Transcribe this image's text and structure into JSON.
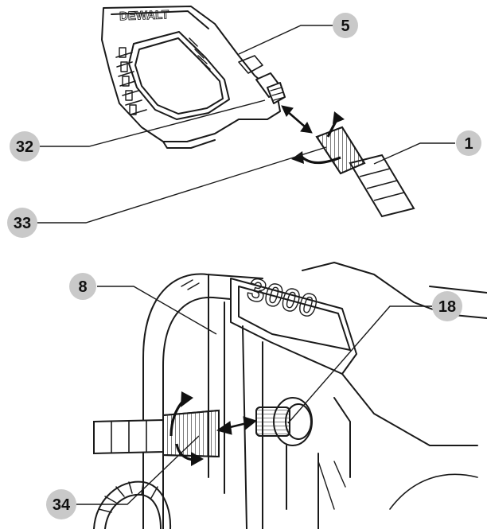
{
  "colors": {
    "callout_fill": "#c9c9c9",
    "ink": "#1a1a1a",
    "background": "#ffffff"
  },
  "callouts": {
    "gun_connector": "5",
    "hose": "1",
    "gun_inlet": "32",
    "hose_fitting_gun": "33",
    "frame": "8",
    "pump_outlet": "18",
    "hose_fitting_pump": "34"
  },
  "text": {
    "gun_brand": "DEWALT",
    "pump_marking": "3000"
  }
}
